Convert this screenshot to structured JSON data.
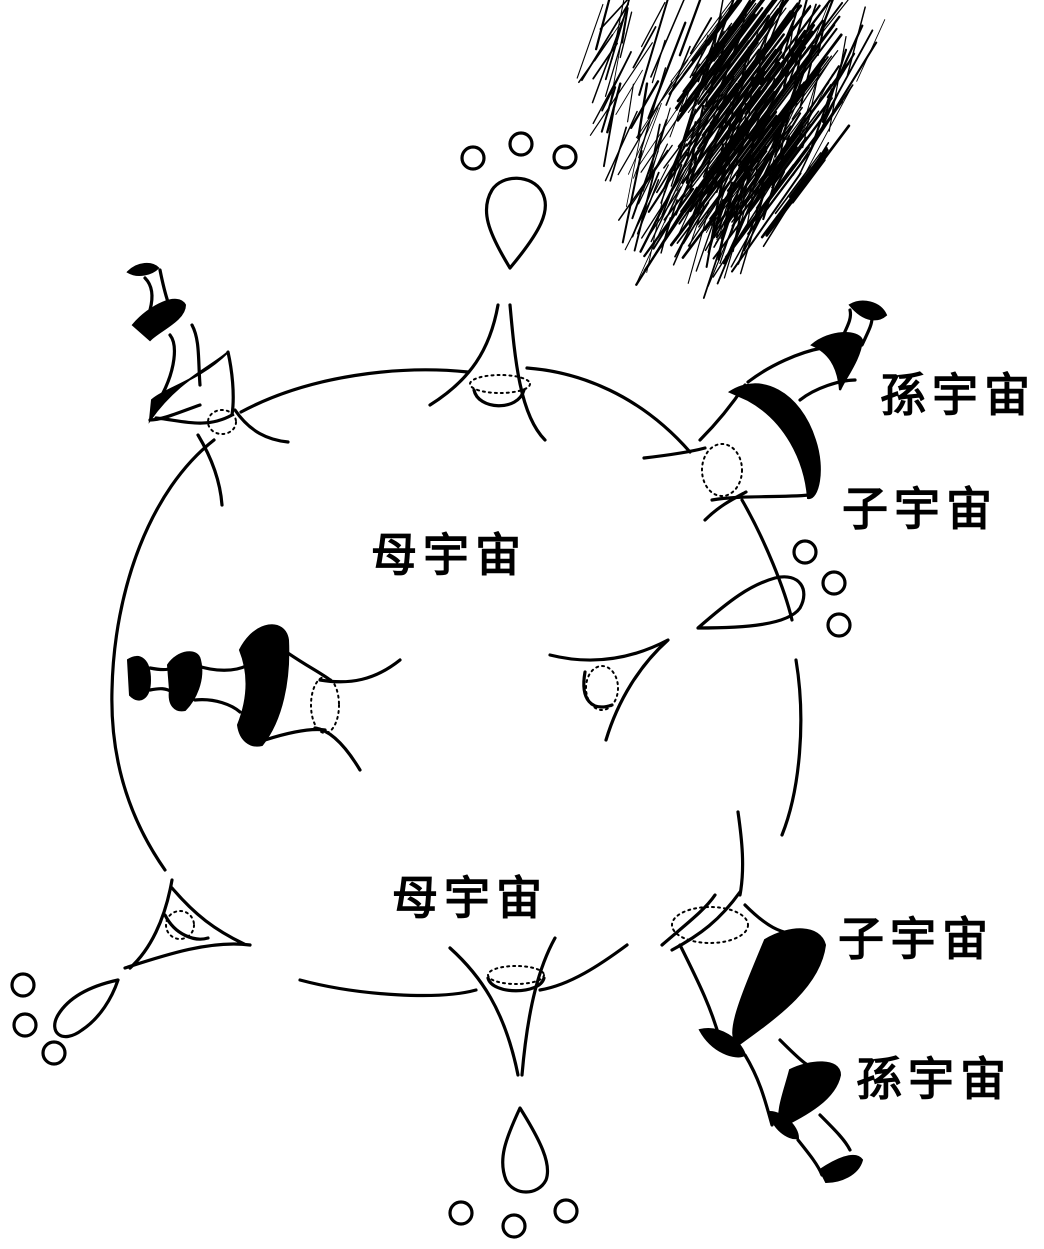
{
  "labels": {
    "mother_upper": "母宇宙",
    "mother_lower": "母宇宙",
    "grandchild_upper": "孫宇宙",
    "child_upper": "子宇宙",
    "child_lower": "子宇宙",
    "grandchild_lower": "孫宇宙"
  }
}
